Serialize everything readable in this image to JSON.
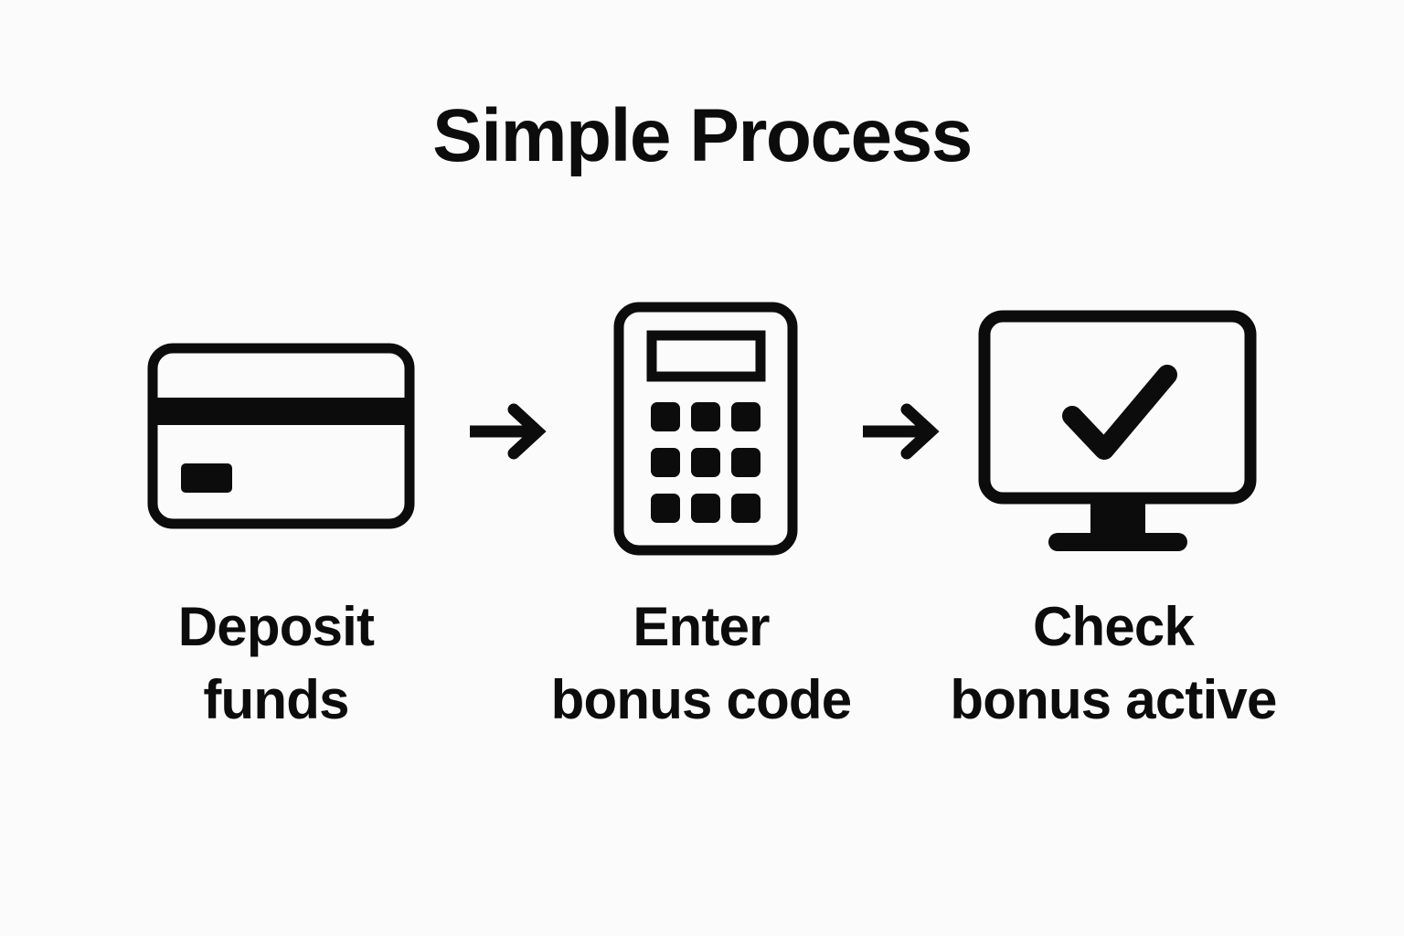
{
  "background_color": "#fbfbfb",
  "ink_color": "#0c0c0c",
  "header": {
    "title": "Simple Process"
  },
  "steps": [
    {
      "id": "deposit-funds",
      "icon": "credit-card-icon",
      "label_line1": "Deposit",
      "label_line2": "funds"
    },
    {
      "id": "enter-bonus-code",
      "icon": "calculator-icon",
      "label_line1": "Enter",
      "label_line2": "bonus code"
    },
    {
      "id": "check-bonus-active",
      "icon": "monitor-check-icon",
      "label_line1": "Check",
      "label_line2": "bonus active"
    }
  ],
  "connectors": [
    {
      "id": "arrow-1",
      "icon": "arrow-right-icon"
    },
    {
      "id": "arrow-2",
      "icon": "arrow-right-icon"
    }
  ]
}
